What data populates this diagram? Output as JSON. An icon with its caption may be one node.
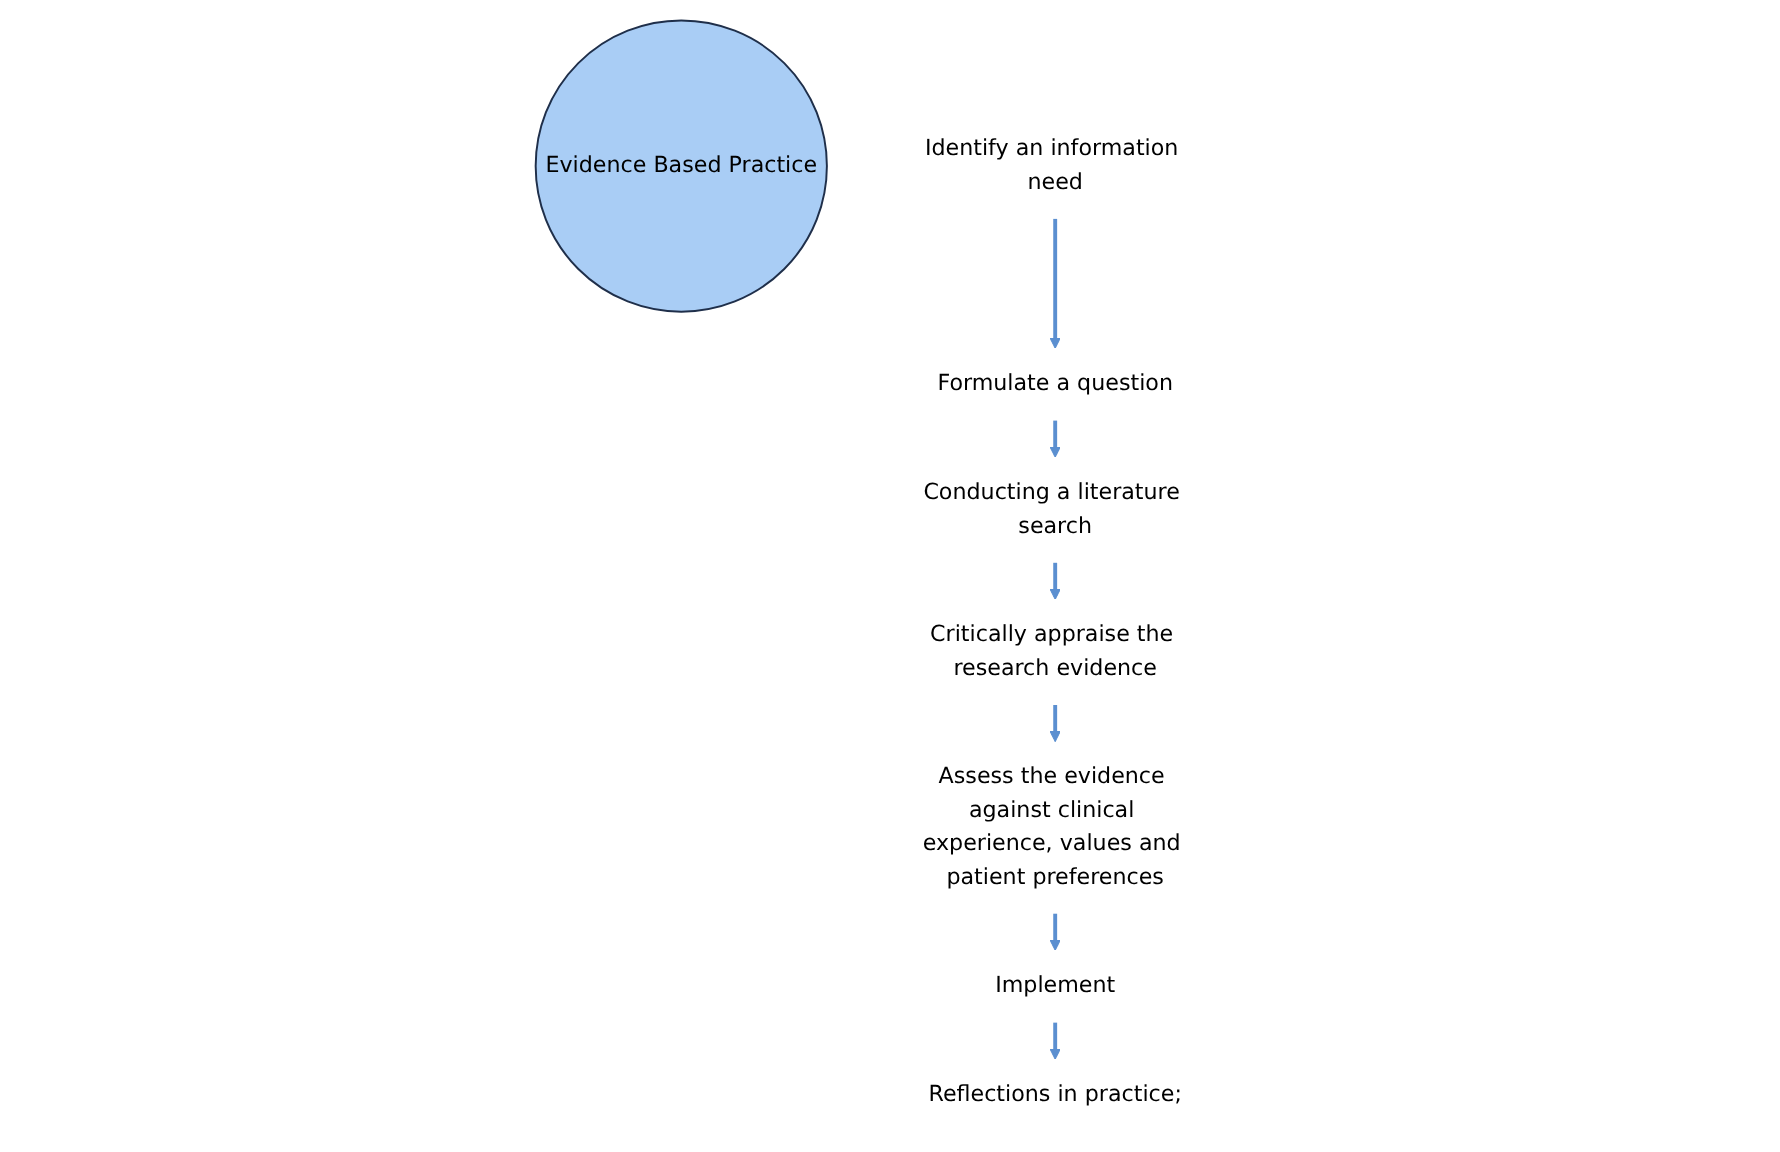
{
  "diagram": {
    "nodes": [
      {
        "text": [
          "Evidence Based Practice"
        ]
      },
      {
        "text": [
          "Reflections in practice;"
        ]
      },
      {
        "text": [
          "Identify an information need"
        ]
      },
      {
        "text": [
          "Formulate a question"
        ]
      },
      {
        "text": [
          "Conducting a literature search"
        ]
      },
      {
        "text": [
          "Critically appraise the research evidence"
        ]
      },
      {
        "text": [
          "Assess the evidence against clinical experience, values and patient preferences"
        ]
      },
      {
        "text": [
          "Implement"
        ]
      }
    ],
    "edges": [
      {
        "from": 2,
        "to": 3,
        "arrow": "to"
      },
      {
        "from": 3,
        "to": 4,
        "arrow": "to"
      },
      {
        "from": 4,
        "to": 5,
        "arrow": "to"
      },
      {
        "from": 5,
        "to": 6,
        "arrow": "to"
      },
      {
        "from": 6,
        "to": 7,
        "arrow": "to"
      },
      {
        "from": 7,
        "to": 1,
        "arrow": "to"
      }
    ]
  }
}
